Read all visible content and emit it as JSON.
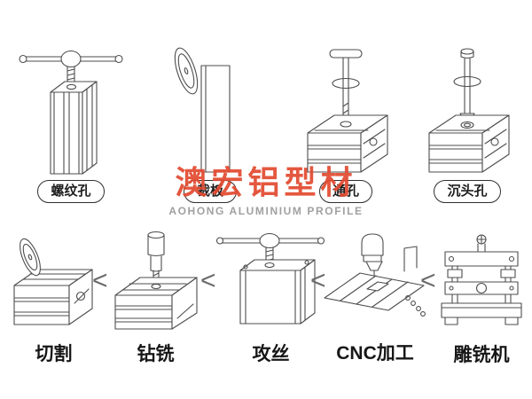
{
  "watermark": {
    "title_cn": "澳宏铝型材",
    "subtitle_en": "AOHONG ALUMINIUM PROFILE",
    "title_color": "#e2492f",
    "subtitle_color": "#a0a0a0"
  },
  "machining_features": [
    {
      "label": "螺纹孔",
      "icon": "threaded-hole-illustration"
    },
    {
      "label": "裁板",
      "icon": "panel-cutting-illustration"
    },
    {
      "label": "通孔",
      "icon": "through-hole-illustration"
    },
    {
      "label": "沉头孔",
      "icon": "countersunk-hole-illustration"
    }
  ],
  "process_steps": [
    {
      "label": "切割",
      "icon": "cutting-illustration"
    },
    {
      "label": "钻铣",
      "icon": "drill-milling-illustration"
    },
    {
      "label": "攻丝",
      "icon": "tapping-illustration"
    },
    {
      "label": "CNC加工",
      "icon": "cnc-machining-illustration"
    },
    {
      "label": "雕铣机",
      "icon": "engraving-milling-machine-illustration"
    }
  ],
  "separator_glyph": "<",
  "line_art_color": "#4d4d4d"
}
